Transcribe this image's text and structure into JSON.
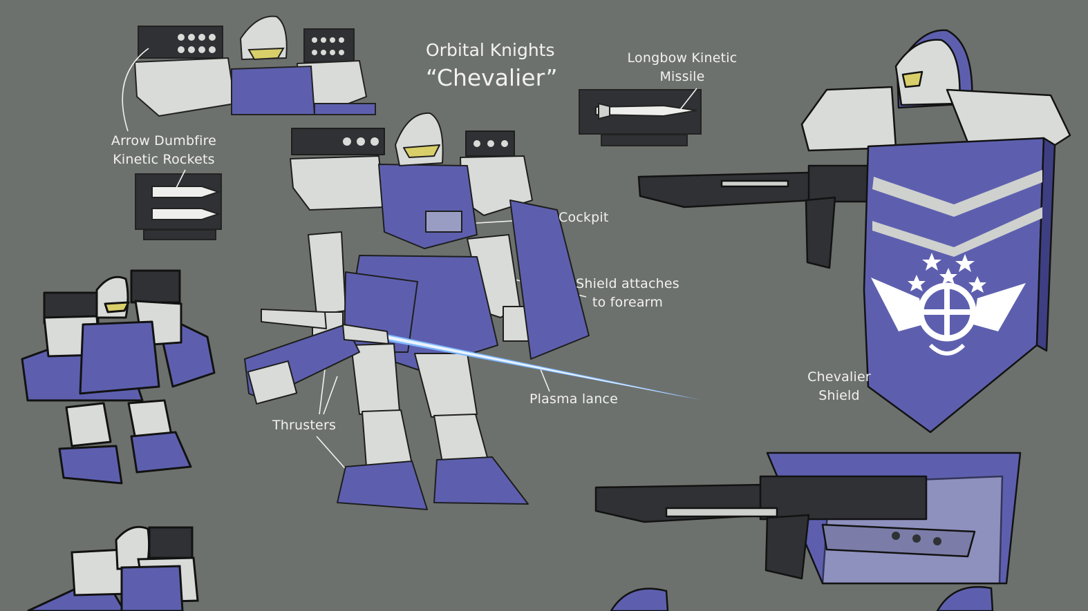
{
  "sheet": {
    "title_line1": "Orbital Knights",
    "title_line2": "“Chevalier”",
    "colors": {
      "background": "#6d716d",
      "armor_white": "#d9dbd8",
      "armor_blue": "#5d5fae",
      "dark_metal": "#2f3134",
      "visor": "#d9cf6a",
      "plasma": "#7fb8ff"
    }
  },
  "labels": {
    "rockets_line1": "Arrow Dumbfire",
    "rockets_line2": "Kinetic Rockets",
    "missile_line1": "Longbow Kinetic",
    "missile_line2": "Missile",
    "cockpit": "Cockpit",
    "shield_attach_line1": "Shield attaches",
    "shield_attach_line2": "to forearm",
    "plasma_lance": "Plasma lance",
    "thrusters": "Thrusters",
    "chevalier_shield_line1": "Chevalier",
    "chevalier_shield_line2": "Shield"
  }
}
